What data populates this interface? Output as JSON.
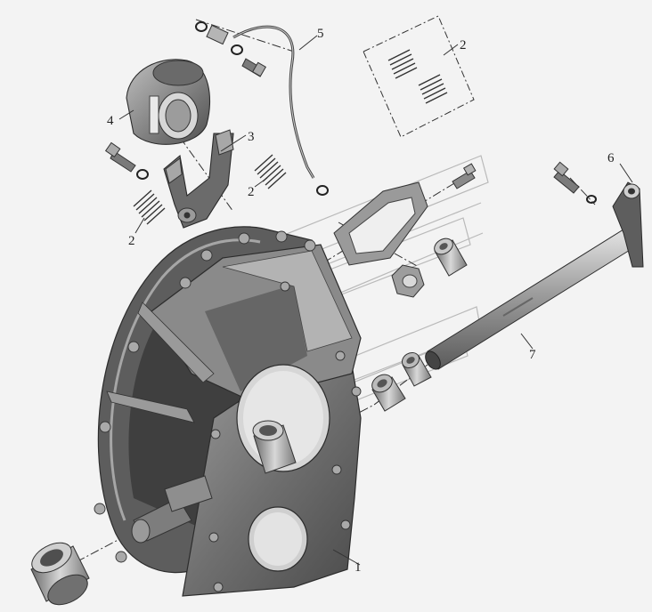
{
  "callouts": {
    "c1": "1",
    "c2a": "2",
    "c2b": "2",
    "c2c": "2",
    "c3": "3",
    "c4": "4",
    "c5": "5",
    "c6": "6",
    "c7": "7"
  },
  "colors": {
    "background": "#f3f3f3",
    "metal_dark": "#555555",
    "metal_mid": "#8c8c8c",
    "metal_light": "#d0d0d0",
    "line": "#333333"
  }
}
